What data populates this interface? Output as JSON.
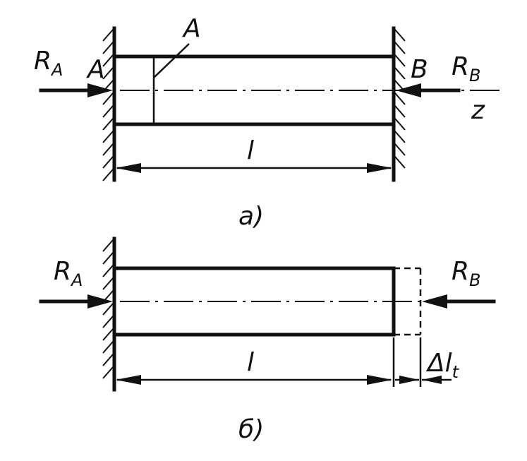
{
  "figure_a": {
    "label_RA": "R",
    "label_RA_sub": "A",
    "label_A_support": "A",
    "label_A_section": "A",
    "label_B": "B",
    "label_RB": "R",
    "label_RB_sub": "B",
    "label_z": "z",
    "label_length": "l",
    "caption": "а)"
  },
  "figure_b": {
    "label_RA": "R",
    "label_RA_sub": "A",
    "label_RB": "R",
    "label_RB_sub": "B",
    "label_length": "l",
    "label_delta": "Δl",
    "label_delta_sub": "t",
    "caption": "б)"
  }
}
